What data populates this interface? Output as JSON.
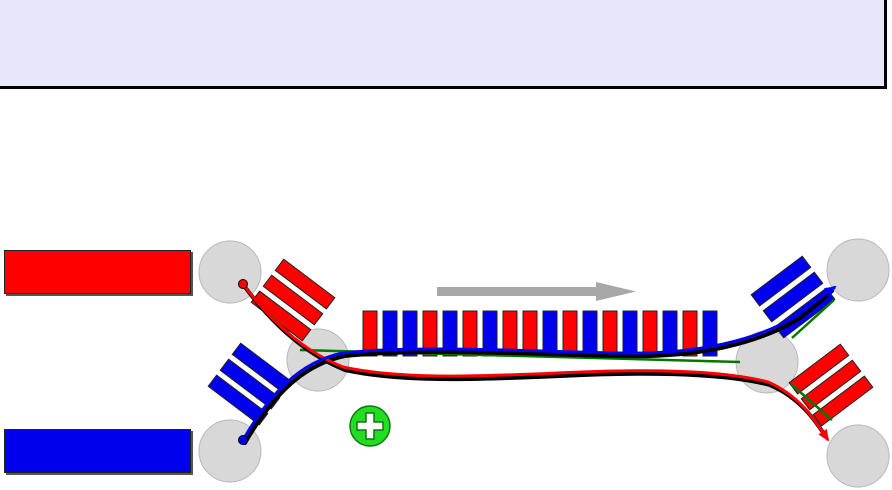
{
  "header": {
    "title": ""
  },
  "colors": {
    "header_bg": "#e6e8fa",
    "red": "#ff0000",
    "blue": "#0000ee",
    "green": "#007700",
    "gray": "#d8d8d8",
    "arrow": "#a8a8a8",
    "plus": "#22dd22"
  },
  "legend": [
    {
      "color": "#ff0000",
      "label": ""
    },
    {
      "color": "#0000ee",
      "label": ""
    }
  ],
  "center_block_pattern": [
    "red",
    "blue",
    "blue",
    "red",
    "blue",
    "red",
    "blue",
    "red",
    "red",
    "blue",
    "red",
    "blue",
    "red",
    "blue",
    "red",
    "blue",
    "red",
    "blue"
  ],
  "icons": [
    "plus-icon",
    "direction-arrow"
  ]
}
